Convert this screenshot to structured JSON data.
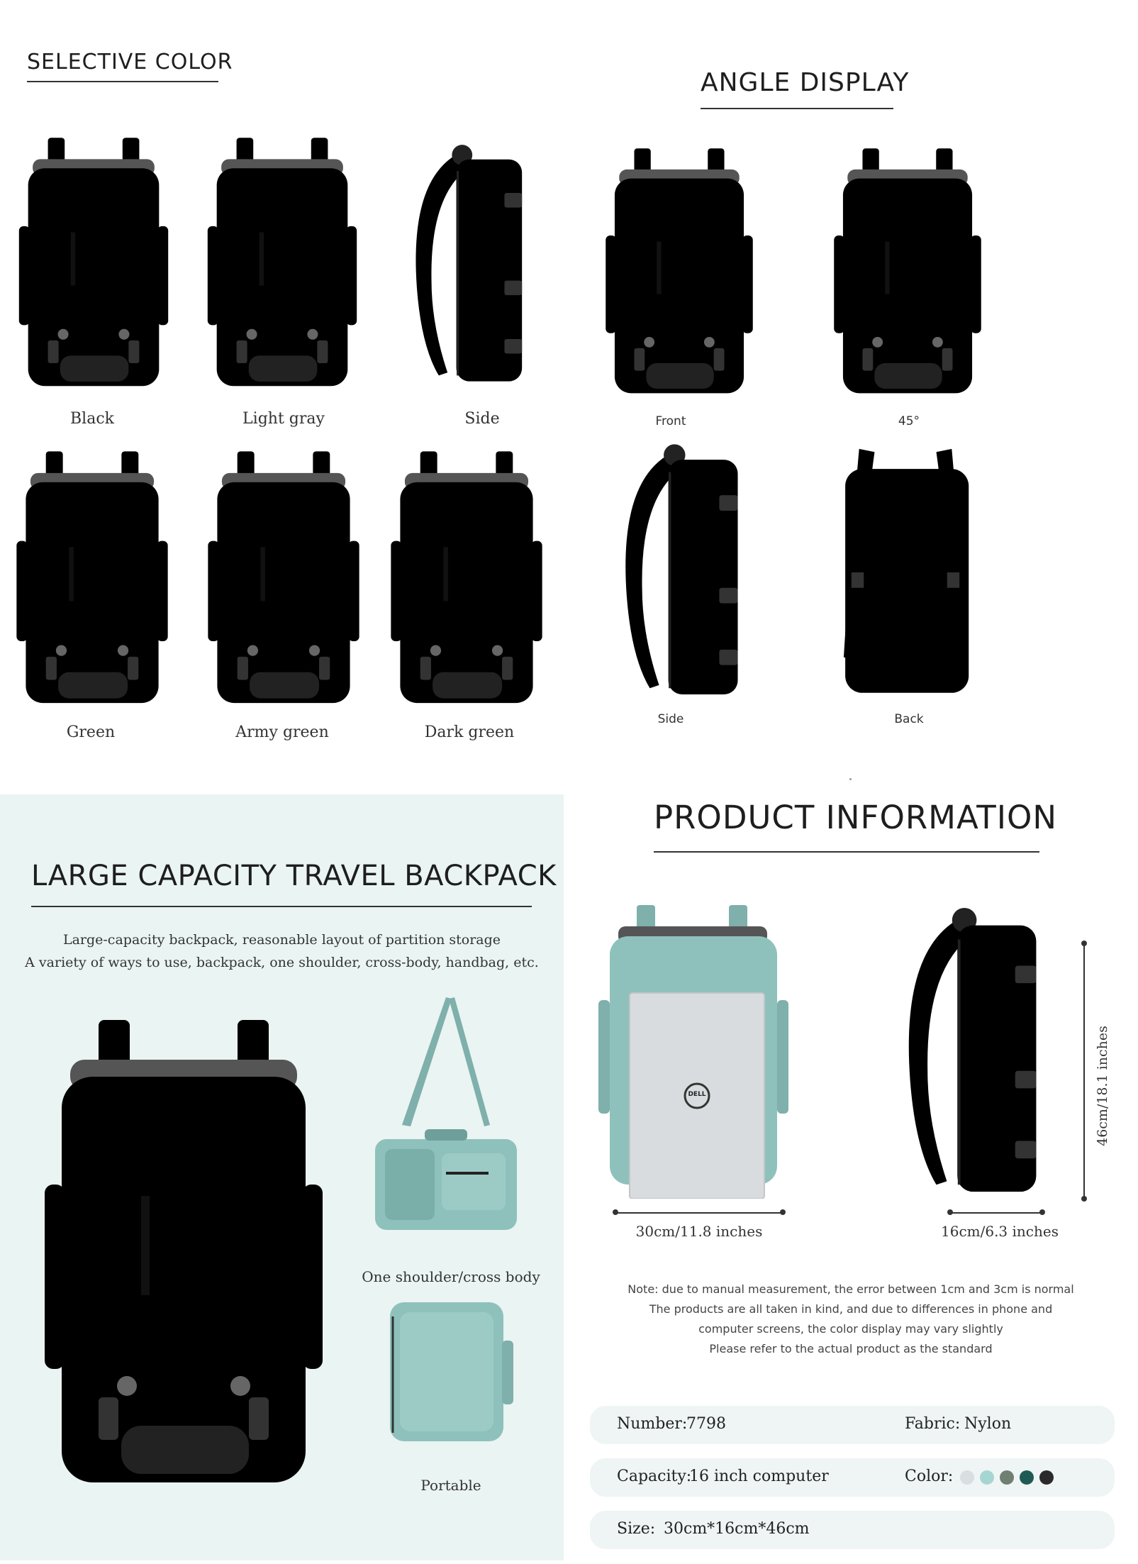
{
  "selective_color": {
    "title": "SELECTIVE COLOR",
    "items": [
      {
        "label": "Black",
        "color": "#1c1c1c"
      },
      {
        "label": "Light gray",
        "color": "#c9cfd3"
      },
      {
        "label": "Side",
        "color": "#d2d8da"
      },
      {
        "label": "Green",
        "color": "#8fc1bc"
      },
      {
        "label": "Army green",
        "color": "#7a8b7b"
      },
      {
        "label": "Dark green",
        "color": "#1e5a5a"
      }
    ]
  },
  "angle_display": {
    "title": "ANGLE DISPLAY",
    "items": [
      {
        "label": "Front"
      },
      {
        "label": "45°"
      },
      {
        "label": "Side"
      },
      {
        "label": "Back"
      }
    ]
  },
  "large_capacity": {
    "title": "LARGE CAPACITY TRAVEL BACKPACK",
    "line1": "Large-capacity backpack, reasonable layout of partition storage",
    "line2": "A variety of ways to use, backpack, one shoulder, cross-body, handbag, etc.",
    "mode1": "One shoulder/cross body",
    "mode2": "Portable"
  },
  "product_info": {
    "title": "PRODUCT INFORMATION",
    "width_label": "30cm/11.8 inches",
    "depth_label": "16cm/6.3 inches",
    "height_label": "46cm/18.1 inches",
    "laptop_brand": "DELL",
    "note": [
      "Note: due to manual measurement, the error between 1cm and 3cm is normal",
      "The products are all taken in kind, and due to differences in phone and",
      "computer screens, the color display may vary slightly",
      "Please refer to the actual product as the standard"
    ],
    "number_label": "Number:",
    "number_value": "7798",
    "fabric_label": "Fabric:",
    "fabric_value": "Nylon",
    "capacity_label": "Capacity:",
    "capacity_value": "16 inch computer",
    "color_label": "Color:",
    "swatches": [
      "#d9dfe1",
      "#a7d6d2",
      "#6f7f72",
      "#1f5b55",
      "#2a2a2a"
    ],
    "size_label": "Size:",
    "size_value": "30cm*16cm*46cm"
  }
}
